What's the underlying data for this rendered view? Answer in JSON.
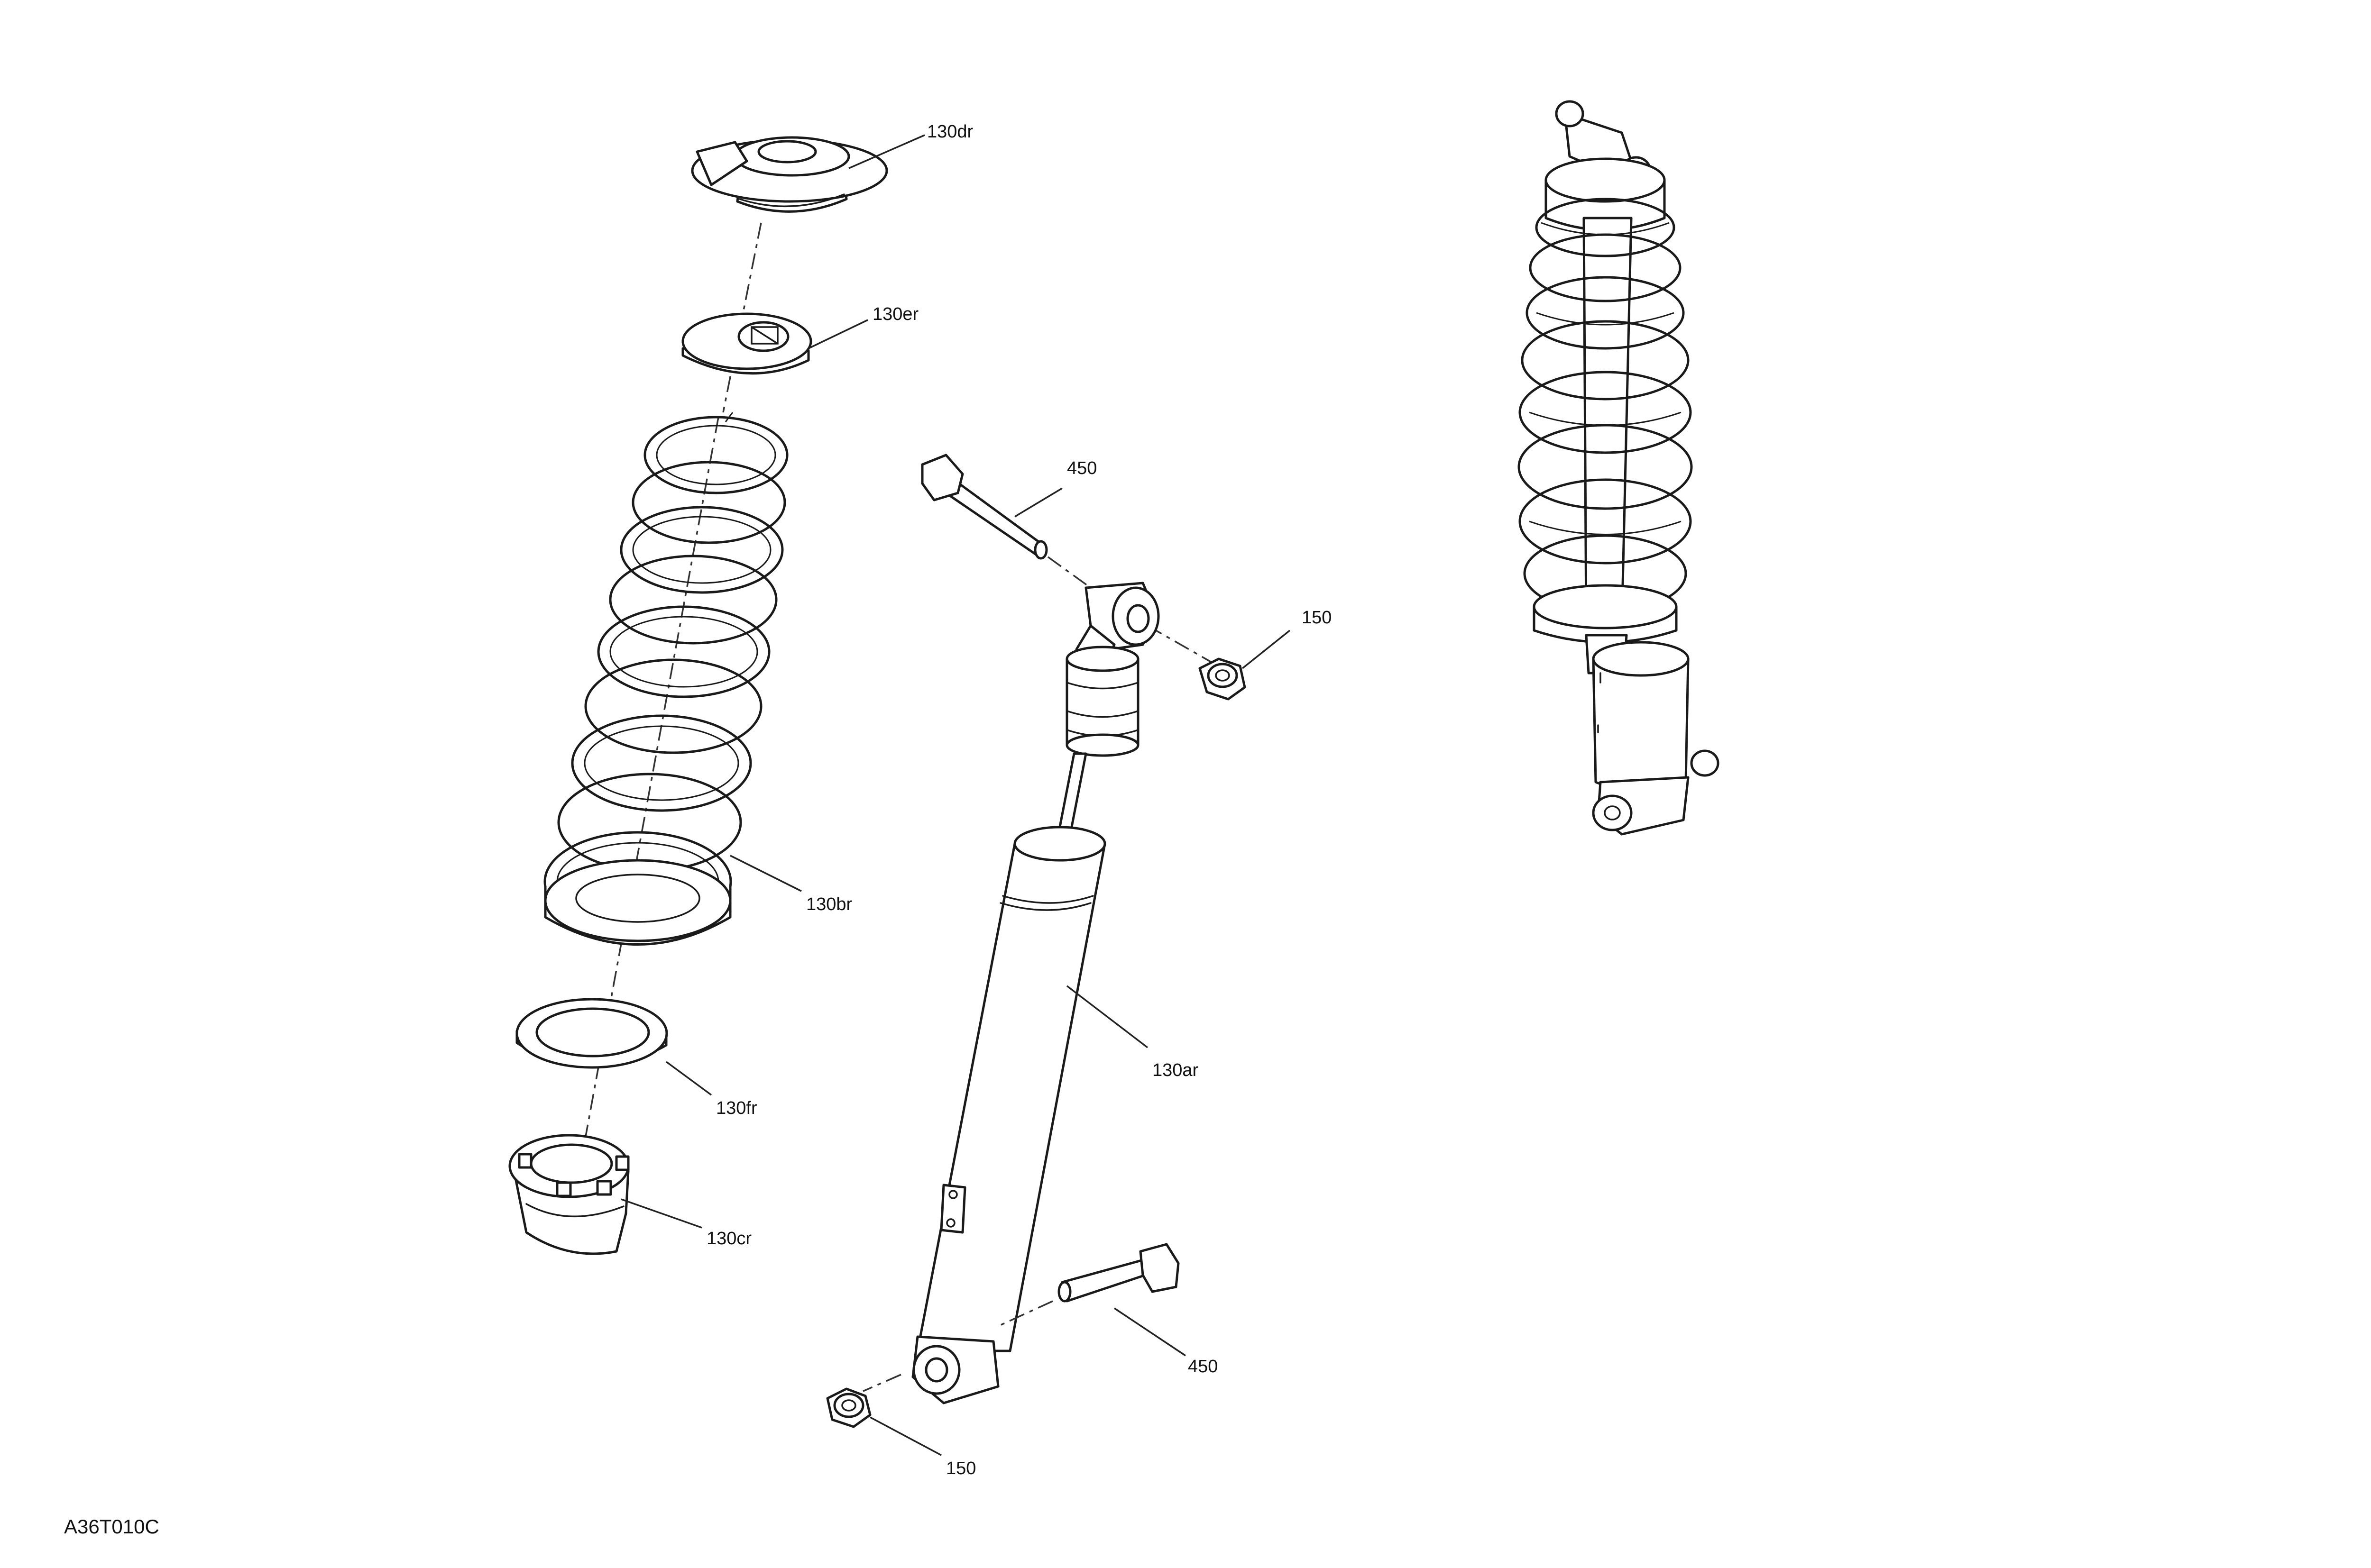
{
  "drawing_code": "A36T010C",
  "callouts": {
    "spring_upper_seat": "130dr",
    "spring_spacer": "130er",
    "spring": "130br",
    "lower_ring": "130fr",
    "lower_seat": "130cr",
    "shock_absorber": "130ar",
    "bolt_top": "450",
    "nut_top": "150",
    "bolt_bottom": "450",
    "nut_bottom": "150"
  }
}
